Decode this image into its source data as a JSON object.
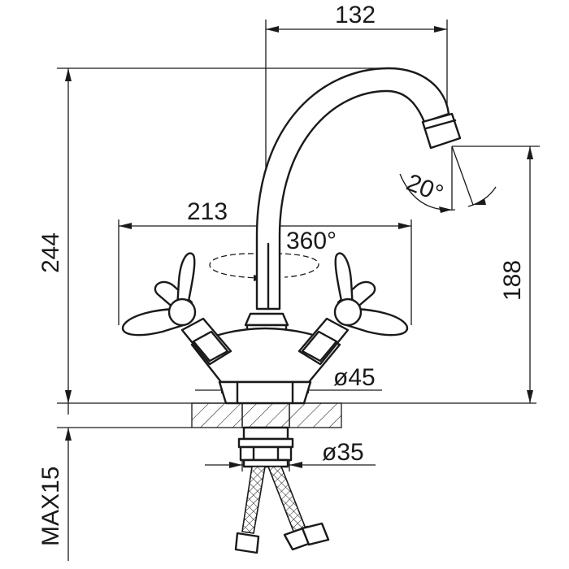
{
  "dimensions": {
    "spout_reach": "132",
    "total_height": "244",
    "handle_span": "213",
    "rotation": "360°",
    "spout_angle": "20°",
    "outlet_height": "188",
    "base_diameter": "ø45",
    "shank_diameter": "ø35",
    "max_thickness": "MAX15"
  }
}
